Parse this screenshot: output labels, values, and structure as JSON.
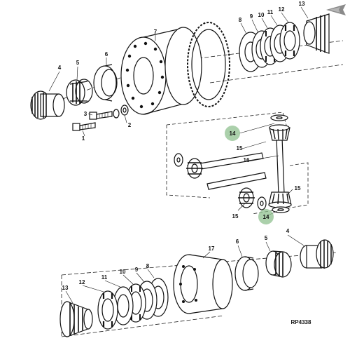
{
  "diagram": {
    "reference": "RP4338",
    "accent_highlight": "#8fc08f",
    "corner_marker_color": "#888888",
    "callouts": {
      "c1": "1",
      "c2": "2",
      "c3": "3",
      "c4_top": "4",
      "c5_top": "5",
      "c6_top": "6",
      "c7": "7",
      "c8_top": "8",
      "c9_top": "9",
      "c10_top": "10",
      "c11_top": "11",
      "c12_top": "12",
      "c13_top": "13",
      "c14_upper": "14",
      "c15_upper": "15",
      "c16": "16",
      "c15_left": "15",
      "c15_right": "15",
      "c14_lower": "14",
      "c17": "17",
      "c6_bot": "6",
      "c5_bot": "5",
      "c4_bot": "4",
      "c8_bot": "8",
      "c9_bot": "9",
      "c10_bot": "10",
      "c11_bot": "11",
      "c12_bot": "12",
      "c13_bot": "13"
    }
  }
}
